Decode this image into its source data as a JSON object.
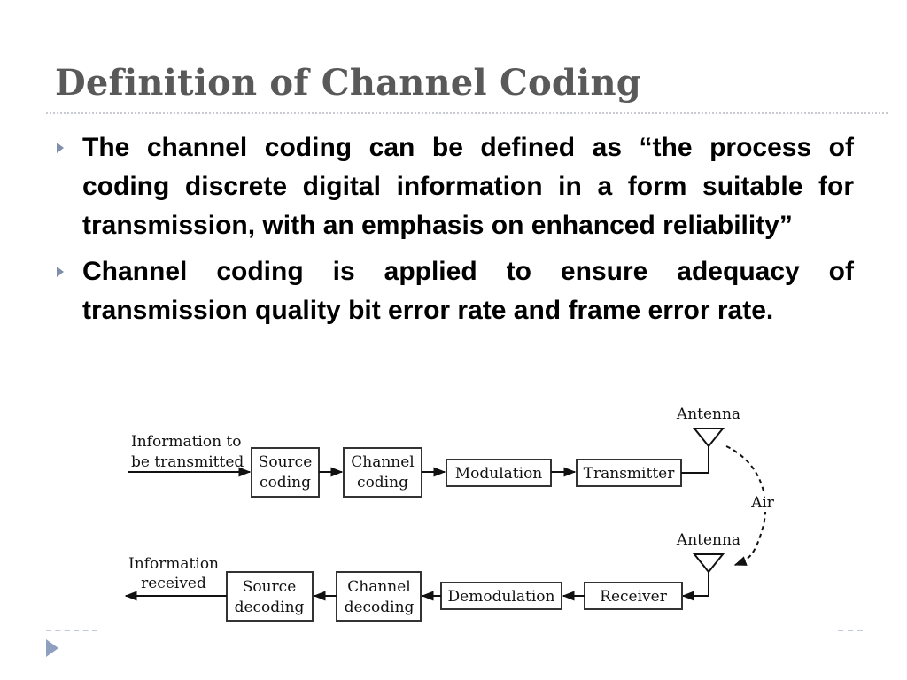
{
  "slide": {
    "title": "Definition of Channel Coding"
  },
  "bullets": [
    "The channel coding can be defined as “the process of coding discrete digital information in a form suitable for transmission, with an emphasis on enhanced reliability”",
    "Channel coding is applied to ensure adequacy of transmission quality bit error rate and frame error rate."
  ],
  "diagram": {
    "tx": {
      "input_label_1": "Information to",
      "input_label_2": "be transmitted",
      "source_coding_1": "Source",
      "source_coding_2": "coding",
      "channel_coding_1": "Channel",
      "channel_coding_2": "coding",
      "modulation": "Modulation",
      "transmitter": "Transmitter",
      "antenna": "Antenna"
    },
    "air": "Air",
    "rx": {
      "antenna": "Antenna",
      "receiver": "Receiver",
      "demodulation": "Demodulation",
      "channel_decoding_1": "Channel",
      "channel_decoding_2": "decoding",
      "source_decoding_1": "Source",
      "source_decoding_2": "decoding",
      "output_label_1": "Information",
      "output_label_2": "received"
    }
  }
}
